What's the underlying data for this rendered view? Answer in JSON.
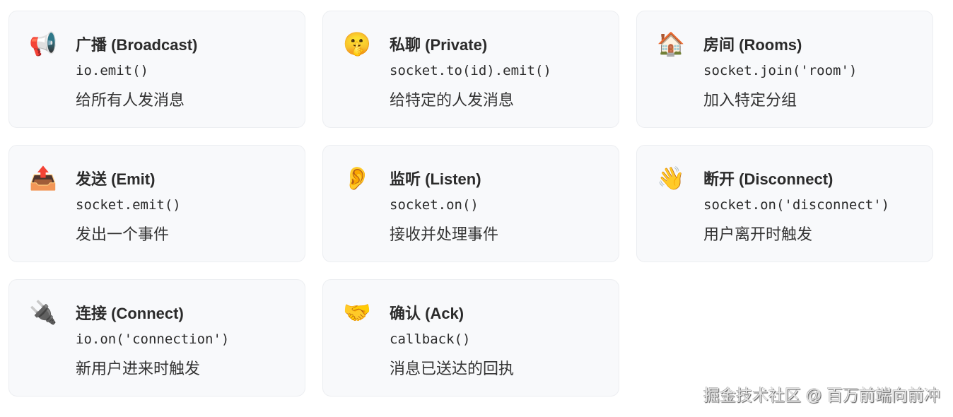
{
  "cards": [
    {
      "icon": "📢",
      "icon_name": "megaphone-icon",
      "title": "广播 (Broadcast)",
      "code": "io.emit()",
      "desc": "给所有人发消息"
    },
    {
      "icon": "🤫",
      "icon_name": "shushing-face-icon",
      "title": "私聊 (Private)",
      "code": "socket.to(id).emit()",
      "desc": "给特定的人发消息"
    },
    {
      "icon": "🏠",
      "icon_name": "house-icon",
      "title": "房间 (Rooms)",
      "code": "socket.join('room')",
      "desc": "加入特定分组"
    },
    {
      "icon": "📤",
      "icon_name": "outbox-tray-icon",
      "title": "发送 (Emit)",
      "code": "socket.emit()",
      "desc": "发出一个事件"
    },
    {
      "icon": "👂",
      "icon_name": "ear-icon",
      "title": "监听 (Listen)",
      "code": "socket.on()",
      "desc": "接收并处理事件"
    },
    {
      "icon": "👋",
      "icon_name": "waving-hand-icon",
      "title": "断开 (Disconnect)",
      "code": "socket.on('disconnect')",
      "desc": "用户离开时触发"
    },
    {
      "icon": "🔌",
      "icon_name": "electric-plug-icon",
      "title": "连接 (Connect)",
      "code": "io.on('connection')",
      "desc": "新用户进来时触发"
    },
    {
      "icon": "🤝",
      "icon_name": "handshake-icon",
      "title": "确认 (Ack)",
      "code": "callback()",
      "desc": "消息已送达的回执"
    }
  ],
  "watermark": "掘金技术社区 @ 百万前端向前冲"
}
